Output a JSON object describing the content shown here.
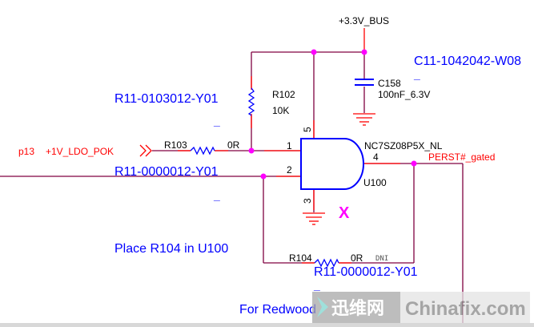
{
  "colors": {
    "wire": "#800040",
    "pin": "#ff0000",
    "component": "#0000ff",
    "junction": "#ff00ff",
    "text_black": "#000000",
    "text_blue": "#0000ff",
    "text_red": "#ff0000"
  },
  "power": {
    "net": "+3.3V_BUS"
  },
  "capacitor": {
    "ref": "C158",
    "value": "100nF_6.3V",
    "part_number": "C11-1042042-W08",
    "dash": "_"
  },
  "r102": {
    "ref": "R102",
    "value": "10K",
    "part_number": "R11-0103012-Y01",
    "dash": "_"
  },
  "r103": {
    "ref": "R103",
    "value": "0R",
    "part_number": "R11-0000012-Y01",
    "dash": "_"
  },
  "r104": {
    "ref": "R104",
    "value": "0R",
    "dni": "DNI",
    "part_number": "R11-0000012-Y01",
    "dash": "_"
  },
  "gate": {
    "ref": "U100",
    "part": "NC7SZ08P5X_NL",
    "pins": {
      "p1": "1",
      "p2": "2",
      "p3": "3",
      "p4": "4",
      "p5": "5"
    }
  },
  "input_net": {
    "page": "p13",
    "name": "+1V_LDO_POK"
  },
  "output_net": {
    "name": "PERST#_gated"
  },
  "marker": "X",
  "notes": {
    "place": "Place R104 in U100",
    "for": "For Redwood"
  },
  "watermark": {
    "cn": "迅维网",
    "en": "Chinafix.com"
  }
}
